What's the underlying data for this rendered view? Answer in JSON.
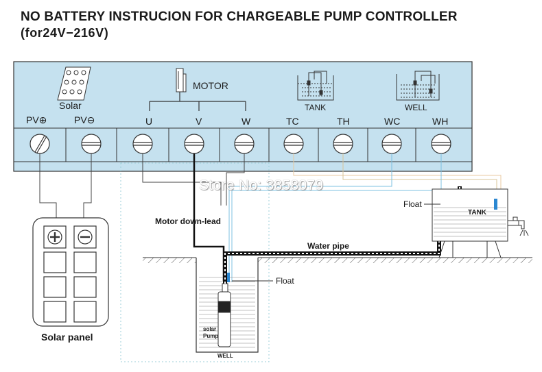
{
  "header": {
    "title": "NO BATTERY INSTRUCION FOR CHARGEABLE PUMP CONTROLLER",
    "subtitle": "(for24V−216V)"
  },
  "controller": {
    "panel_color": "#c5e1ef",
    "labels": {
      "solar": "Solar",
      "motor": "MOTOR",
      "tank": "TANK",
      "well": "WELL"
    },
    "terminals": [
      "PV⊕",
      "PV⊖",
      "U",
      "V",
      "W",
      "TC",
      "TH",
      "WC",
      "WH"
    ]
  },
  "solar_panel": {
    "caption": "Solar panel"
  },
  "field": {
    "motor_lead": "Motor down-lead",
    "water_pipe": "Water pipe",
    "float_tank": "Float",
    "float_well": "Float",
    "tank": "TANK",
    "well": "WELL",
    "pump_line1": "solar",
    "pump_line2": "Pump"
  },
  "watermark": "Store No: 3858079",
  "colors": {
    "wire_tc": "#e8c9a0",
    "wire_wc": "#7cc0e0",
    "wire_th": "#d9c49a",
    "wire_wh": "#7cc0e0",
    "dotted": "#9ccfd8",
    "probe_blue": "#2b87d1"
  }
}
